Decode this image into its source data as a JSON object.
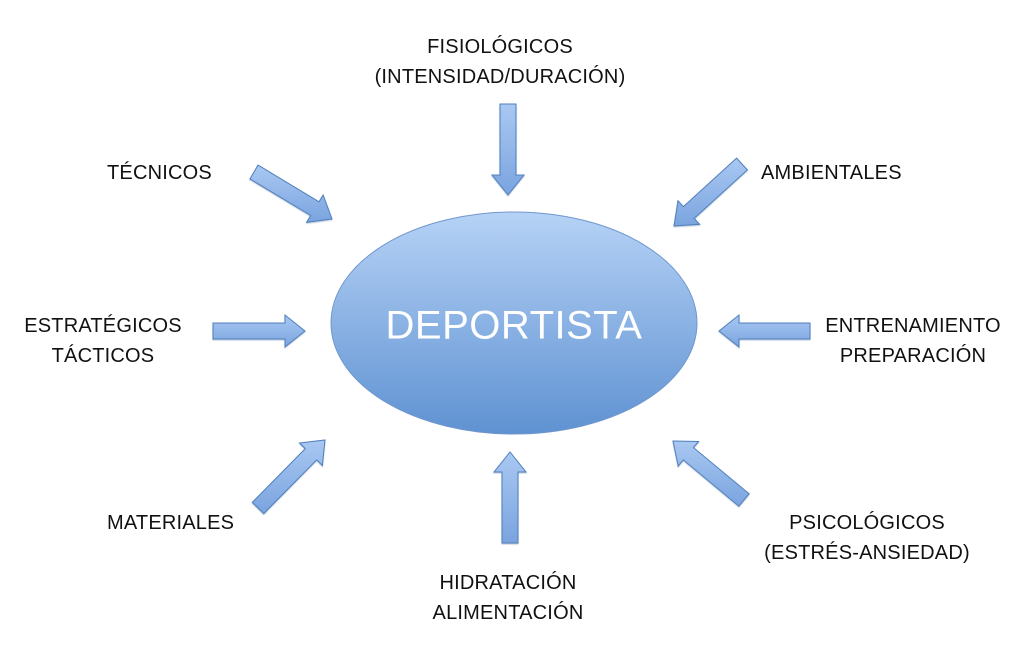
{
  "center": {
    "label": "DEPORTISTA"
  },
  "factors": {
    "fisiologicos": {
      "line1": "FISIOLÓGICOS",
      "line2": "(INTENSIDAD/DURACIÓN)"
    },
    "tecnicos": {
      "line1": "TÉCNICOS"
    },
    "ambientales": {
      "line1": "AMBIENTALES"
    },
    "estrategicos": {
      "line1": "ESTRATÉGICOS",
      "line2": "TÁCTICOS"
    },
    "entrenamiento": {
      "line1": "ENTRENAMIENTO",
      "line2": "PREPARACIÓN"
    },
    "materiales": {
      "line1": "MATERIALES"
    },
    "psicologicos": {
      "line1": "PSICOLÓGICOS",
      "line2": "(ESTRÉS-ANSIEDAD)"
    },
    "hidratacion": {
      "line1": "HIDRATACIÓN",
      "line2": "ALIMENTACIÓN"
    }
  },
  "colors": {
    "ellipse_top": "#b4d0f5",
    "ellipse_bottom": "#5f93d3",
    "arrow_fill": "#8fb4ea",
    "arrow_stroke": "#4f7fbd",
    "text": "#111111",
    "center_text": "#ffffff"
  }
}
